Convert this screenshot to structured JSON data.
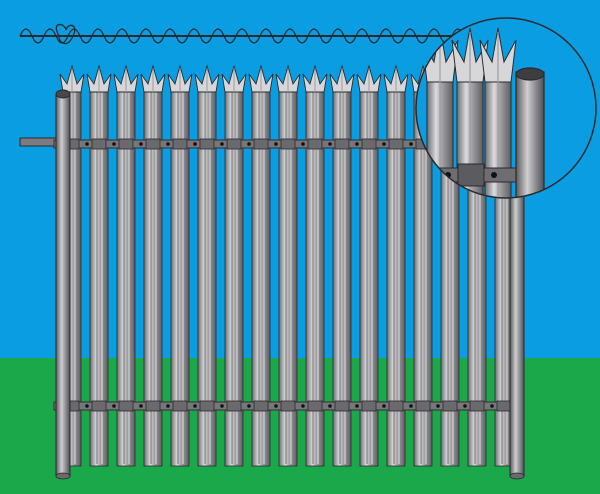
{
  "scene": {
    "subject": "palisade-fence-panel",
    "pale_count": 17,
    "detail_inset": "pale-tips-closeup",
    "colors": {
      "sky": "#0a9de2",
      "grass": "#1ba84a",
      "metal_light": "#d7d7d9",
      "metal_mid": "#9d9da1",
      "metal_dark": "#5c5c60",
      "outline": "#2a2a2c"
    }
  }
}
